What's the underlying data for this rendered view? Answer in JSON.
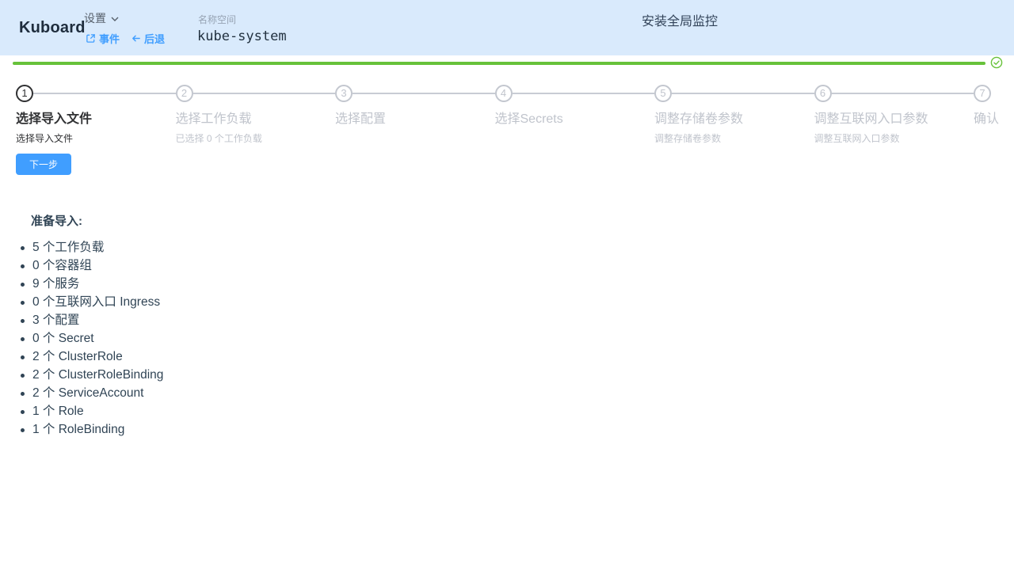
{
  "header": {
    "logo": "Kuboard",
    "settings_label": "设置",
    "events_label": "事件",
    "back_label": "后退",
    "namespace_label": "名称空间",
    "namespace_value": "kube-system",
    "monitor_label": "安装全局监控"
  },
  "progress": {
    "status": "success",
    "color": "#67c23a",
    "percent": 100
  },
  "steps": [
    {
      "num": "1",
      "title": "选择导入文件",
      "desc": "选择导入文件",
      "state": "active"
    },
    {
      "num": "2",
      "title": "选择工作负载",
      "desc": "已选择 0 个工作负载",
      "state": "wait"
    },
    {
      "num": "3",
      "title": "选择配置",
      "desc": "",
      "state": "wait"
    },
    {
      "num": "4",
      "title": "选择Secrets",
      "desc": "",
      "state": "wait"
    },
    {
      "num": "5",
      "title": "调整存储卷参数",
      "desc": "调整存储卷参数",
      "state": "wait"
    },
    {
      "num": "6",
      "title": "调整互联网入口参数",
      "desc": "调整互联网入口参数",
      "state": "wait"
    },
    {
      "num": "7",
      "title": "确认",
      "desc": "",
      "state": "wait"
    }
  ],
  "actions": {
    "next_label": "下一步"
  },
  "import_summary": {
    "heading": "准备导入:",
    "items": [
      "5 个工作负载",
      "0 个容器组",
      "9 个服务",
      "0 个互联网入口 Ingress",
      "3 个配置",
      "0 个 Secret",
      "2 个 ClusterRole",
      "2 个 ClusterRoleBinding",
      "2 个 ServiceAccount",
      "1 个 Role",
      "1 个 RoleBinding"
    ]
  },
  "colors": {
    "header_bg": "#d9eafc",
    "accent_blue": "#409EFF",
    "success_green": "#67c23a",
    "text_dark": "#304455",
    "step_inactive": "#c0c4cc"
  }
}
